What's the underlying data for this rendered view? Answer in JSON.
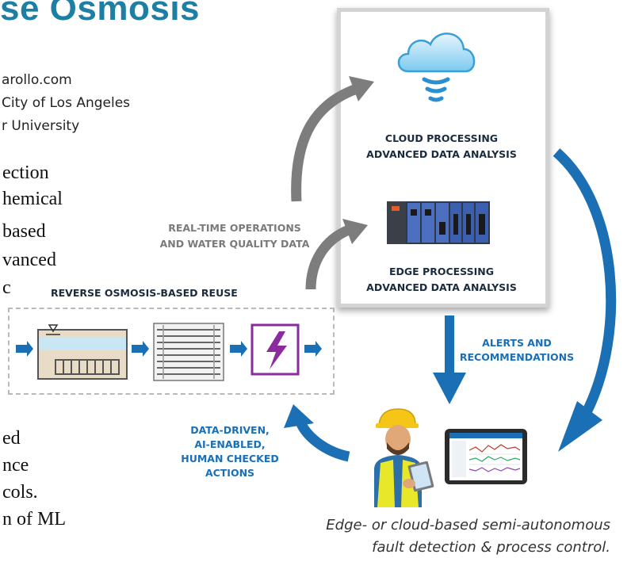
{
  "title": "se Osmosis",
  "authors": [
    "arollo.com",
    "City of Los Angeles",
    "r University"
  ],
  "body_text_top": [
    "ection",
    "hemical",
    "based",
    "vanced",
    "c"
  ],
  "body_text_bottom": [
    "ed",
    "nce",
    "cols.",
    "n of ML"
  ],
  "cloud": {
    "line1": "CLOUD PROCESSING",
    "line2": "ADVANCED DATA ANALYSIS"
  },
  "edge": {
    "line1": "EDGE PROCESSING",
    "line2": "ADVANCED DATA ANALYSIS"
  },
  "realtime": {
    "line1": "REAL-TIME OPERATIONS",
    "line2": "AND WATER QUALITY DATA"
  },
  "alerts": {
    "line1": "ALERTS AND",
    "line2": "RECOMMENDATIONS"
  },
  "actions": {
    "line1": "DATA-DRIVEN,",
    "line2": "AI-ENABLED,",
    "line3": "HUMAN CHECKED",
    "line4": "ACTIONS"
  },
  "ro_title": "REVERSE OSMOSIS-BASED REUSE",
  "caption": {
    "line1": "Edge- or cloud-based semi-autonomous",
    "line2": "fault detection & process control."
  },
  "colors": {
    "title": "#1d7fa3",
    "arrow_blue": "#1a6fb5",
    "arrow_gray": "#7d7d7d",
    "process_purple": "#8a2b9e",
    "label_dark": "#1a2b3d"
  }
}
